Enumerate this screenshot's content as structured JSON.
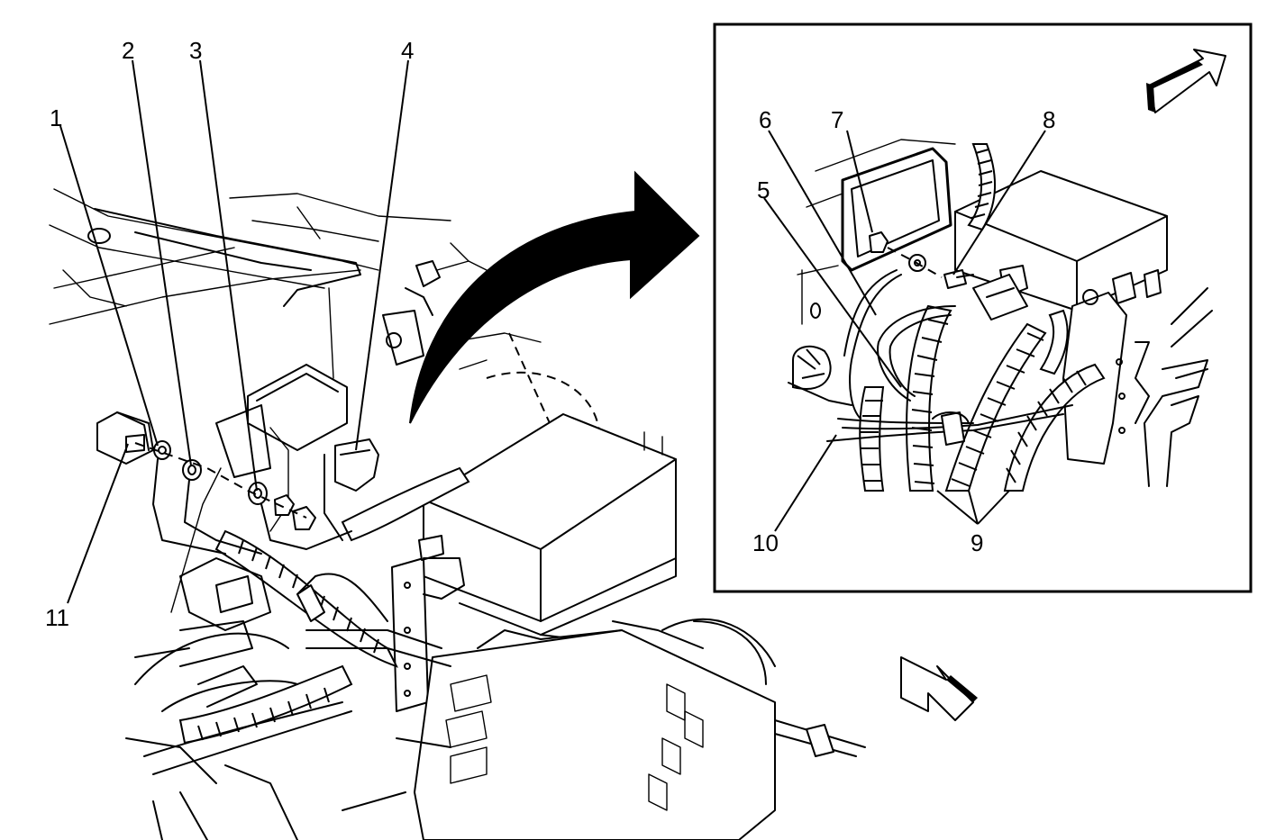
{
  "diagram": {
    "callouts": {
      "c1": "1",
      "c2": "2",
      "c3": "3",
      "c4": "4",
      "c5": "5",
      "c6": "6",
      "c7": "7",
      "c8": "8",
      "c9": "9",
      "c10": "10",
      "c11": "11"
    },
    "colors": {
      "line": "#000000",
      "background": "#ffffff",
      "arrow_fill": "#000000"
    }
  }
}
